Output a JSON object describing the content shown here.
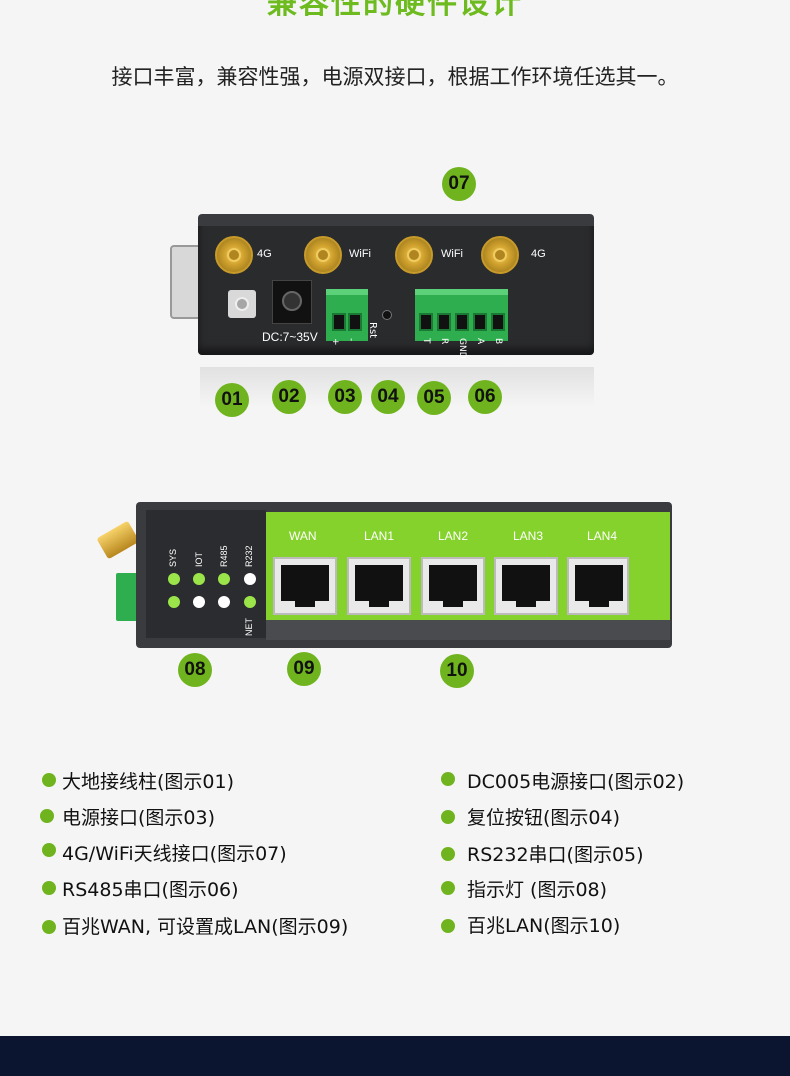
{
  "page": {
    "title": "兼容性的硬件设计",
    "subtitle": "接口丰富，兼容性强，电源双接口，根据工作环境任选其一。"
  },
  "top_device": {
    "antenna_labels": [
      "4G",
      "WiFi",
      "WiFi",
      "4G"
    ],
    "dc_label": "DC:7~35V",
    "power_pins": [
      "+",
      "-"
    ],
    "reset_label": "Rst",
    "rs_pins": [
      "T",
      "R",
      "GND",
      "A",
      "B"
    ],
    "badges": [
      "07",
      "01",
      "02",
      "03",
      "04",
      "05",
      "06"
    ]
  },
  "bottom_device": {
    "ports": [
      "WAN",
      "LAN1",
      "LAN2",
      "LAN3",
      "LAN4"
    ],
    "leds": [
      "SYS",
      "IOT",
      "R485",
      "R232",
      "NET"
    ],
    "badges": [
      "08",
      "09",
      "10"
    ]
  },
  "legend": {
    "left": [
      "大地接线柱(图示01)",
      "电源接口(图示03)",
      "4G/WiFi天线接口(图示07)",
      "RS485串口(图示06)",
      "百兆WAN, 可设置成LAN(图示09)"
    ],
    "right": [
      "DC005电源接口(图示02)",
      "复位按钮(图示04)",
      "RS232串口(图示05)",
      "指示灯 (图示08)",
      "百兆LAN(图示10)"
    ]
  },
  "colors": {
    "accent": "#6fb41e",
    "footer": "#0b1530"
  }
}
